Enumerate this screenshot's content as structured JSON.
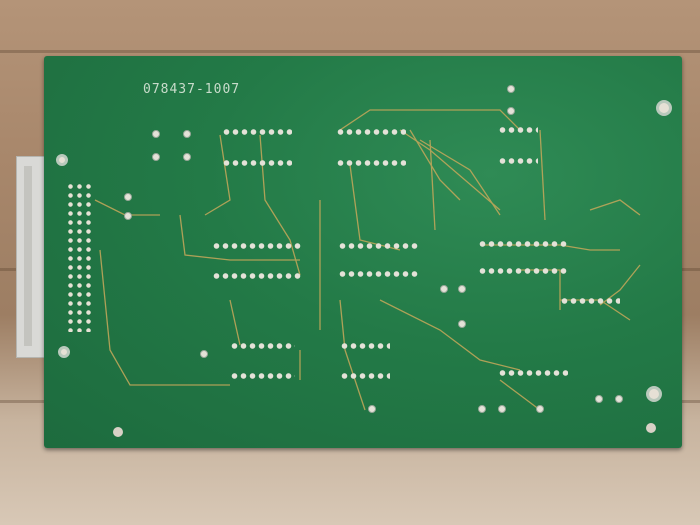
{
  "scene": {
    "description": "Solder side of a green printed circuit board lying on cardboard",
    "background": "cardboard",
    "board_color": "#237a47"
  },
  "board": {
    "part_number_label": "078437-1007",
    "connector": "edge header connector (white housing, left side)",
    "mounting_holes": 5
  }
}
